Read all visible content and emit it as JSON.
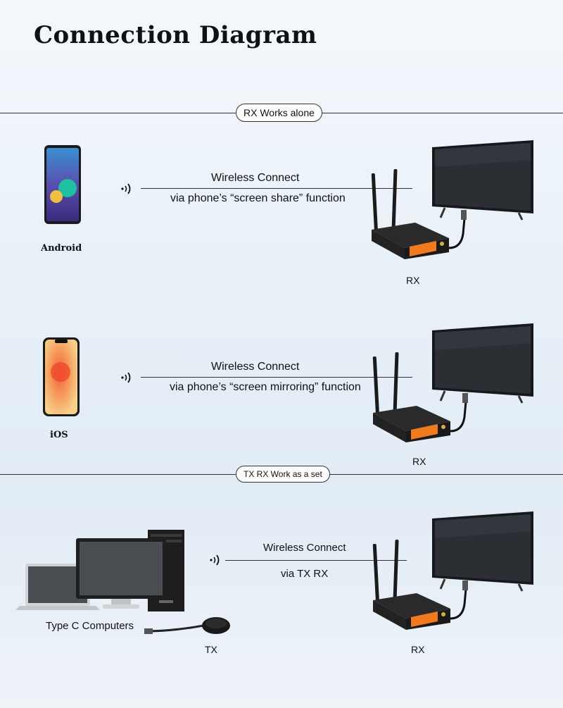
{
  "title": "Connection Diagram",
  "sections": {
    "rx_alone": "RX Works alone",
    "tx_rx_set": "TX RX Work as a set"
  },
  "row1": {
    "device": "Android",
    "line1": "Wireless Connect",
    "line2": "via phone’s “screen share” function",
    "rx": "RX"
  },
  "row2": {
    "device": "iOS",
    "line1": "Wireless Connect",
    "line2": "via phone’s “screen mirroring” function",
    "rx": "RX"
  },
  "row3": {
    "device": "Type C Computers",
    "line1": "Wireless Connect",
    "line2": "via TX RX",
    "tx": "TX",
    "rx": "RX"
  },
  "colors": {
    "accent_orange": "#f07a1e",
    "device_dark": "#1c1c1c"
  }
}
